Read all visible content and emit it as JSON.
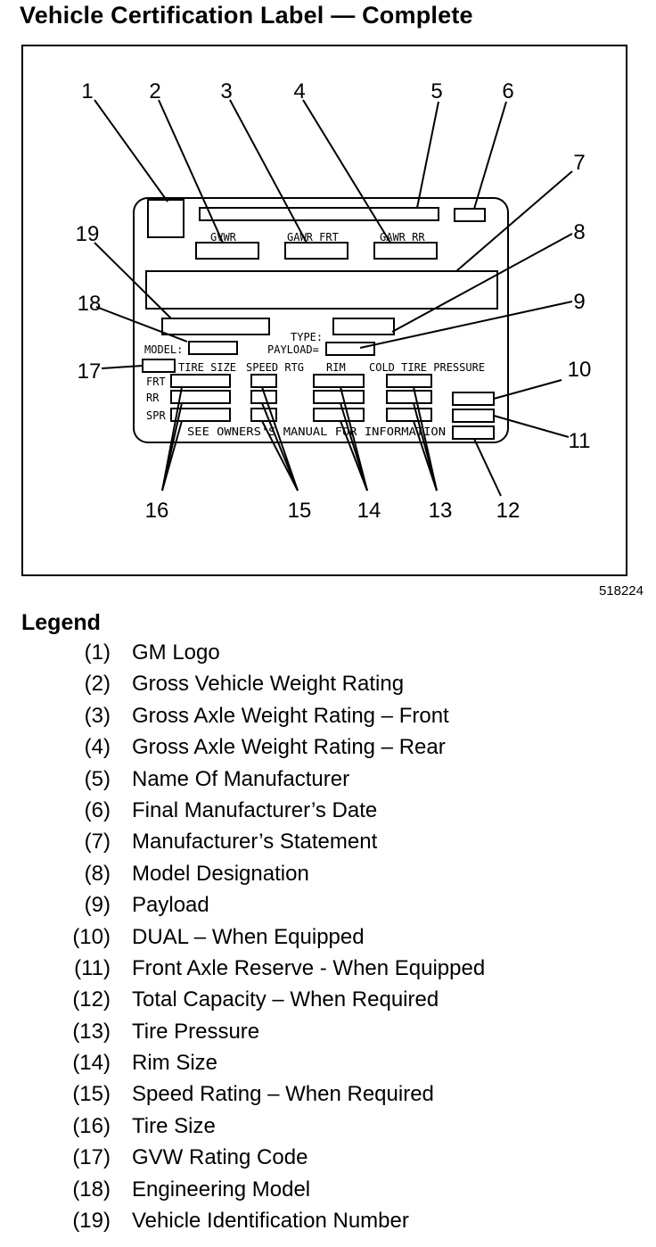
{
  "title": "Vehicle Certification Label — Complete",
  "figure_id": "518224",
  "diagram": {
    "callouts": [
      "1",
      "2",
      "3",
      "4",
      "5",
      "6",
      "7",
      "8",
      "9",
      "10",
      "11",
      "12",
      "13",
      "14",
      "15",
      "16",
      "17",
      "18",
      "19"
    ],
    "label_text": {
      "gvwr": "GVWR",
      "gawr_frt": "GAWR FRT",
      "gawr_rr": "GAWR RR",
      "type": "TYPE:",
      "model": "MODEL:",
      "payload": "PAYLOAD=",
      "tire_size": "TIRE SIZE",
      "speed_rtg": "SPEED RTG",
      "rim": "RIM",
      "cold_tire_pressure": "COLD TIRE PRESSURE",
      "frt": "FRT",
      "rr": "RR",
      "spr": "SPR",
      "see_manual": "SEE OWNERS'S MANUAL FOR INFORMATION"
    }
  },
  "legend": {
    "title": "Legend",
    "items": [
      {
        "num": "(1)",
        "text": "GM Logo"
      },
      {
        "num": "(2)",
        "text": "Gross Vehicle Weight Rating"
      },
      {
        "num": "(3)",
        "text": "Gross Axle Weight Rating – Front"
      },
      {
        "num": "(4)",
        "text": "Gross Axle Weight Rating – Rear"
      },
      {
        "num": "(5)",
        "text": "Name Of Manufacturer"
      },
      {
        "num": "(6)",
        "text": "Final Manufacturer’s Date"
      },
      {
        "num": "(7)",
        "text": "Manufacturer’s Statement"
      },
      {
        "num": "(8)",
        "text": "Model Designation"
      },
      {
        "num": "(9)",
        "text": "Payload"
      },
      {
        "num": "(10)",
        "text": "DUAL – When Equipped"
      },
      {
        "num": "(11)",
        "text": "Front Axle Reserve - When Equipped"
      },
      {
        "num": "(12)",
        "text": "Total Capacity – When Required"
      },
      {
        "num": "(13)",
        "text": "Tire Pressure"
      },
      {
        "num": "(14)",
        "text": "Rim Size"
      },
      {
        "num": "(15)",
        "text": "Speed Rating – When Required"
      },
      {
        "num": "(16)",
        "text": "Tire Size"
      },
      {
        "num": "(17)",
        "text": "GVW Rating Code"
      },
      {
        "num": "(18)",
        "text": "Engineering Model"
      },
      {
        "num": "(19)",
        "text": "Vehicle Identification Number"
      }
    ]
  }
}
